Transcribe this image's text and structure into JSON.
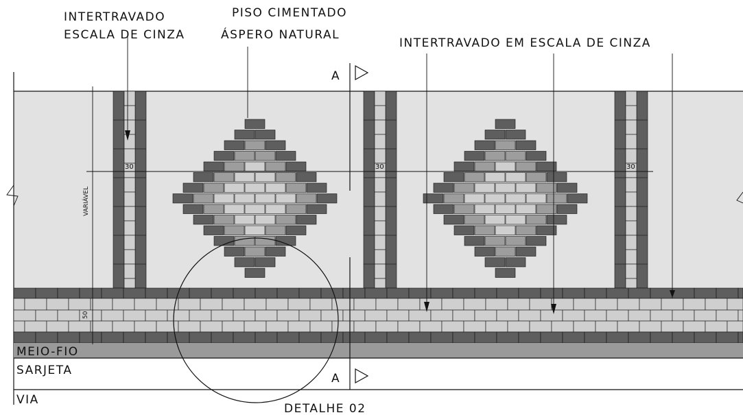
{
  "labels": {
    "intertravado_l1": "INTERTRAVADO",
    "intertravado_l2": "ESCALA DE CINZA",
    "piso_l1": "PISO CIMENTADO",
    "piso_l2": "ÁSPERO NATURAL",
    "intertravado_em": "INTERTRAVADO EM ESCALA DE CINZA",
    "section_top": "A",
    "section_bottom": "A",
    "meio_fio": "MEIO-FIO",
    "sarjeta": "SARJETA",
    "via": "VIA",
    "detalhe": "DETALHE 02"
  },
  "dimensions": {
    "variavel": "VARIÁVEL",
    "strip_width": "30",
    "band_height": "50"
  },
  "colors": {
    "sidewalk": "#e2e2e2",
    "brick_dark": "#5e5e5e",
    "brick_mid": "#9d9d9d",
    "brick_light": "#cfcfcf",
    "curb": "#9a9a9a",
    "line": "#111111"
  }
}
